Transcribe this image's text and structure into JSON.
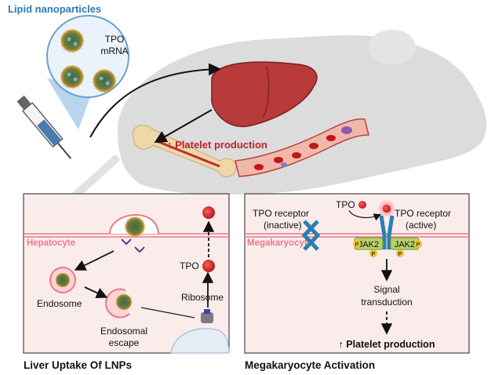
{
  "top": {
    "lnp_title": "Lipid nanoparticles",
    "tpo_line1": "TPO",
    "tpo_line2": "mRNA",
    "platelet_production": "↑ Platelet production"
  },
  "panel_left": {
    "title": "Liver Uptake Of LNPs",
    "hepatocyte": "Hepatocyte",
    "endosome": "Endosome",
    "endosomal_line1": "Endosomal",
    "endosomal_line2": "escape",
    "ribosome": "Ribosome",
    "tpo": "TPO"
  },
  "panel_right": {
    "title": "Megakaryocyte Activation",
    "megakaryocyte": "Megakaryocyte",
    "receptor_inactive_line1": "TPO receptor",
    "receptor_inactive_line2": "(inactive)",
    "tpo": "TPO",
    "receptor_active_line1": "TPO receptor",
    "receptor_active_line2": "(active)",
    "jak2_left": "JAK2",
    "jak2_right": "JAK2",
    "p": "P",
    "signal_line1": "Signal",
    "signal_line2": "transduction",
    "platelet_production": "↑ Platelet production"
  },
  "colors": {
    "lnp_blue": "#2a7ab8",
    "red_label": "#c0202a",
    "hepatocyte_pink": "#e87a8a",
    "mouse_gray": "#dcdcdc",
    "receptor_blue": "#2a7fb0",
    "jak_green": "#b8d06a",
    "phospho_yellow": "#e8c230"
  }
}
